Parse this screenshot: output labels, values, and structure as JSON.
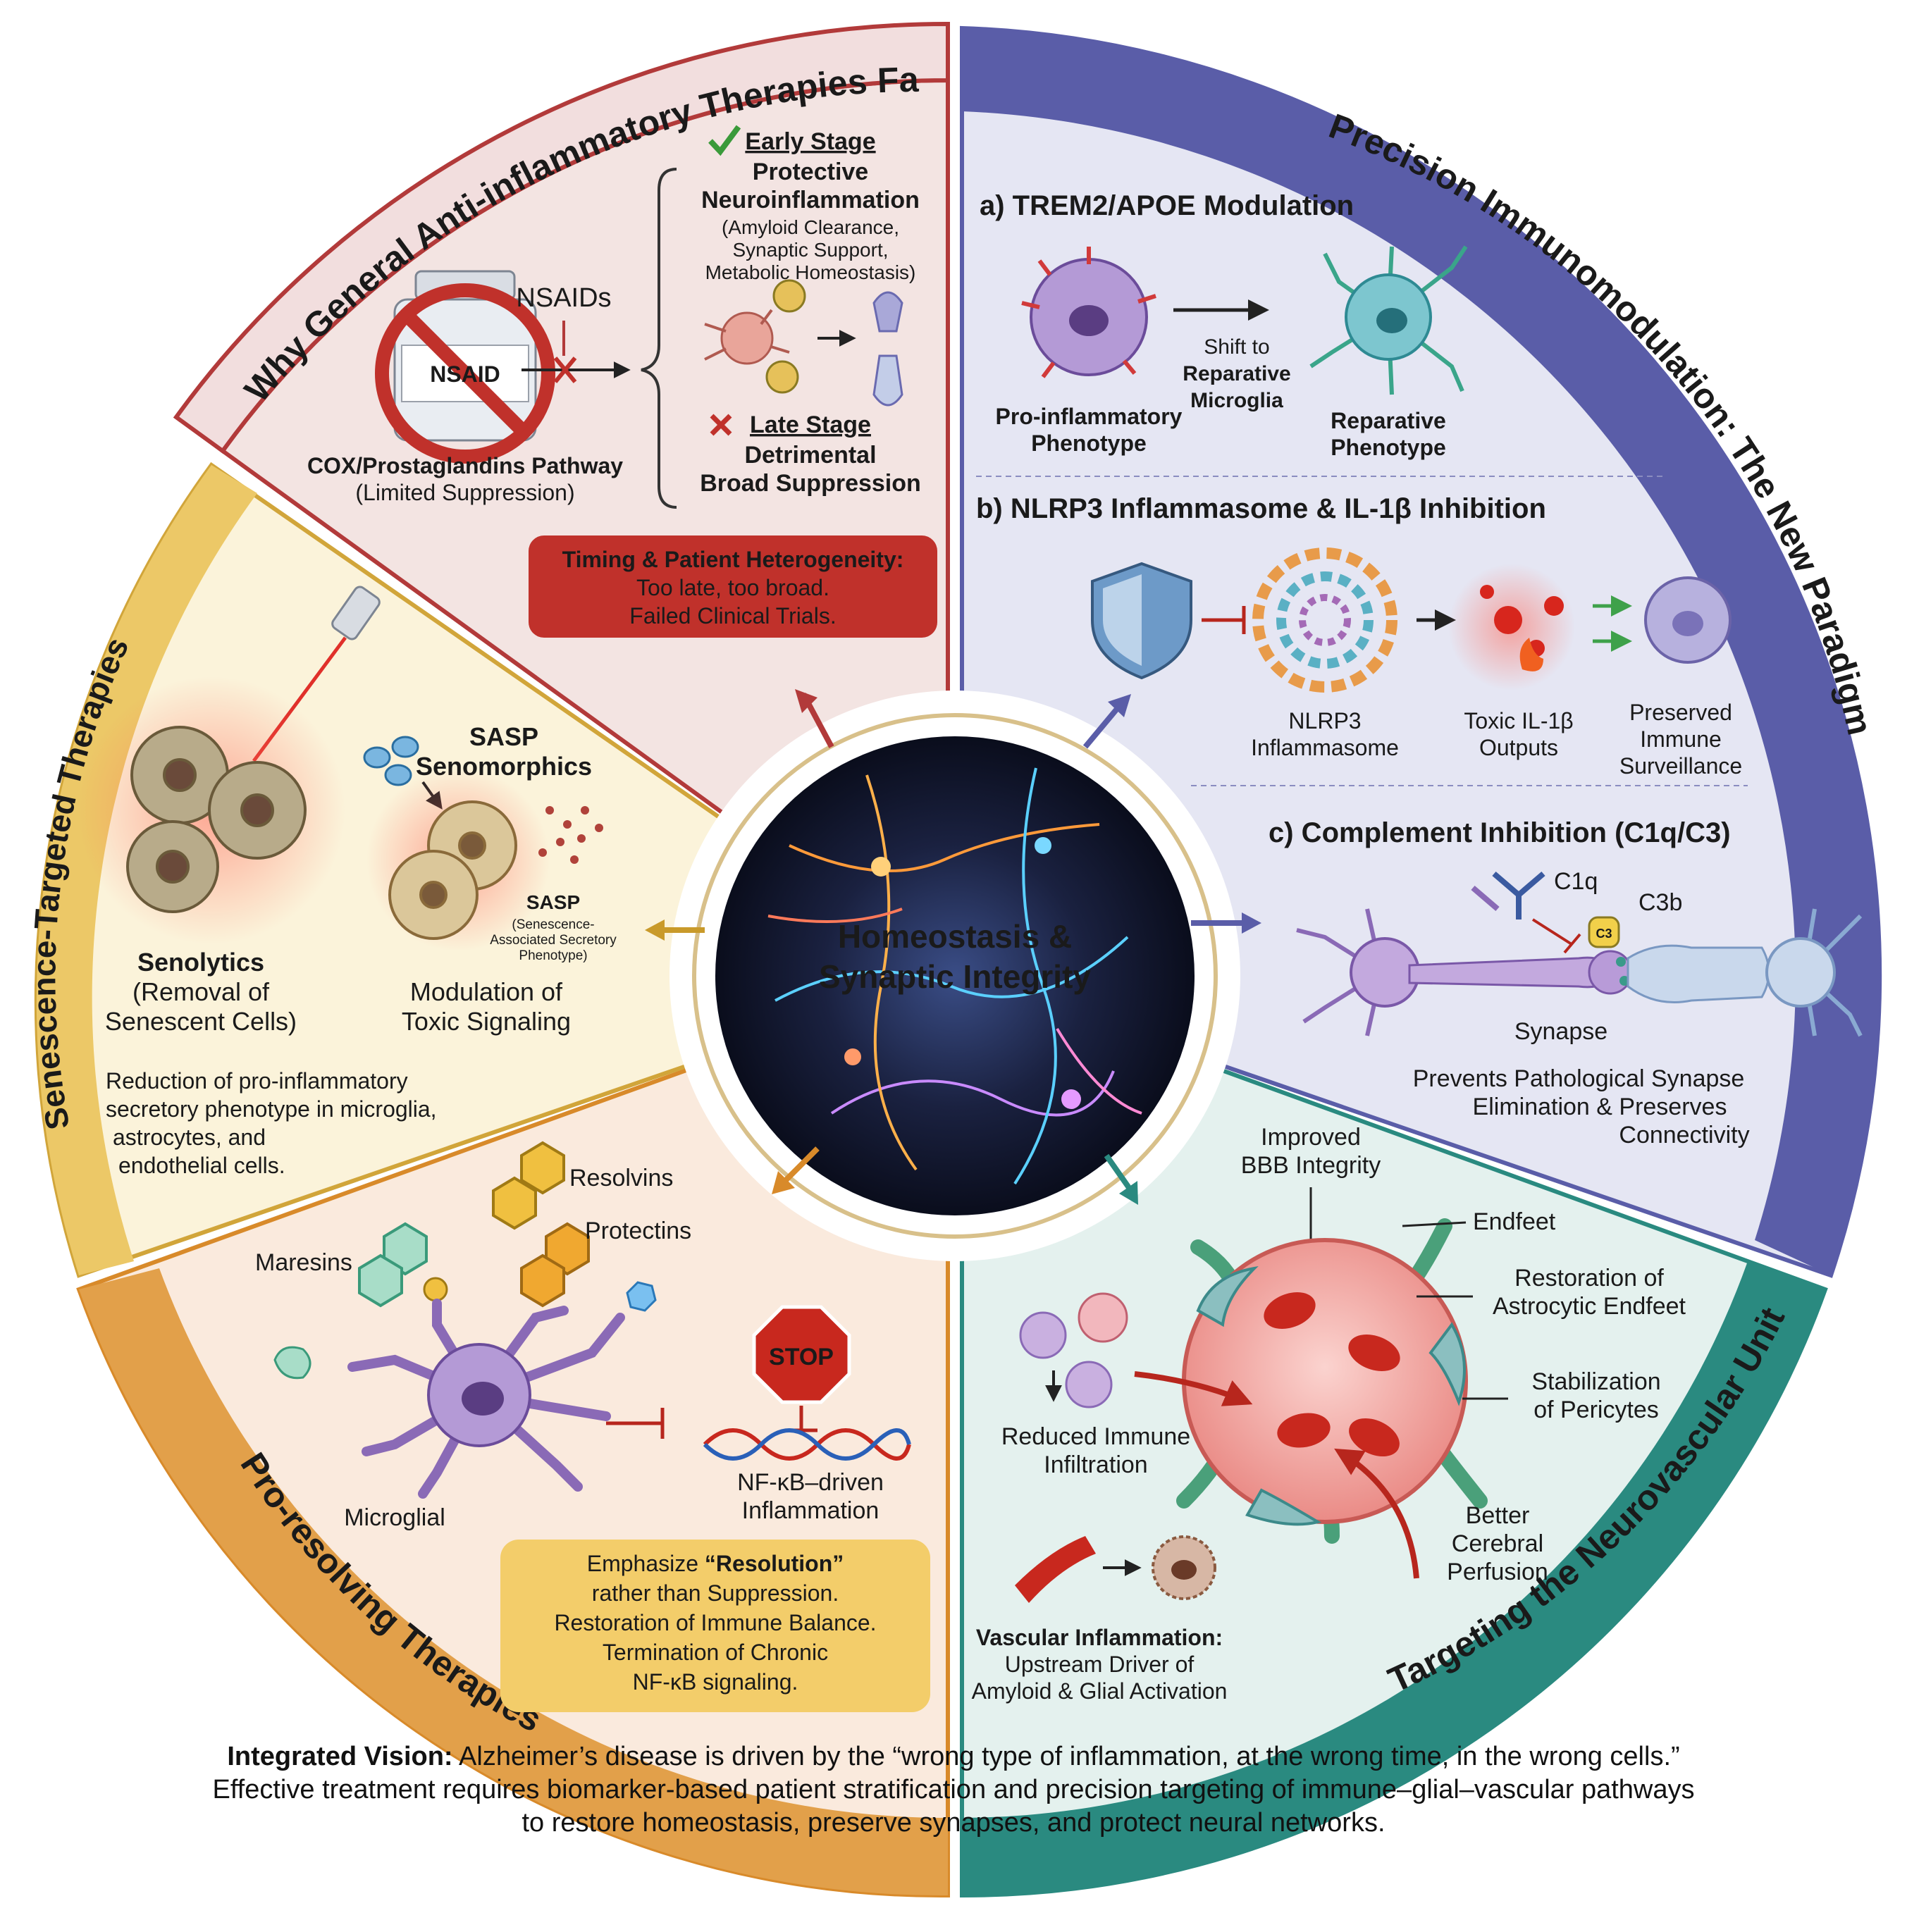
{
  "center": {
    "line1": "Homeostasis &",
    "line2": "Synaptic Integrity"
  },
  "sections": {
    "failed": {
      "title": "Why General Anti-inflammatory Therapies Failed",
      "nsaid_bottle_label": "NSAID",
      "nsaids_label": "NSAIDs",
      "cox_title": "COX/Prostaglandins Pathway",
      "cox_sub": "(Limited Suppression)",
      "early_stage": "Early Stage",
      "early_lines": [
        "Protective",
        "Neuroinflammation"
      ],
      "early_sub": [
        "(Amyloid Clearance,",
        "Synaptic Support,",
        "Metabolic Homeostasis)"
      ],
      "late_stage": "Late Stage",
      "late_lines": [
        "Detrimental",
        "Broad Suppression"
      ],
      "timing_lines": [
        "Timing & Patient Heterogeneity:",
        "Too late, too broad.",
        "Failed Clinical Trials."
      ]
    },
    "precision": {
      "title": "Precision Immunomodulation: The New Paradigm",
      "a_title": "a) TREM2/APOE Modulation",
      "pro_inflammatory": [
        "Pro-inflammatory",
        "Phenotype"
      ],
      "shift": [
        "Shift to",
        "Reparative",
        "Microglia"
      ],
      "reparative": [
        "Reparative",
        "Phenotype"
      ],
      "b_title": "b) NLRP3 Inflammasome & IL-1β Inhibition",
      "nlrp3": [
        "NLRP3",
        "Inflammasome"
      ],
      "toxic": [
        "Toxic IL-1β",
        "Outputs"
      ],
      "preserved": [
        "Preserved",
        "Immune",
        "Surveillance"
      ],
      "c_title": "c) Complement Inhibition (C1q/C3)",
      "c1q": "C1q",
      "c3b": "C3b",
      "c3_chip": "C3",
      "synapse": "Synapse",
      "prevents": [
        "Prevents Pathological Synapse",
        "Elimination & Preserves",
        "Connectivity"
      ]
    },
    "neurovascular": {
      "title": "Targeting the Neurovascular Unit",
      "bbb": [
        "Improved",
        "BBB Integrity"
      ],
      "endfeet": "Endfeet",
      "restoration": [
        "Restoration of",
        "Astrocytic Endfeet"
      ],
      "pericytes": [
        "Stabilization",
        "of Pericytes"
      ],
      "reduced": [
        "Reduced Immune",
        "Infiltration"
      ],
      "perfusion": [
        "Better",
        "Cerebral",
        "Perfusion"
      ],
      "vascular_title": "Vascular Inflammation:",
      "vascular_lines": [
        "Upstream Driver of",
        "Amyloid & Glial Activation"
      ]
    },
    "proresolving": {
      "title": "Pro-resolving Therapies",
      "resolvins": "Resolvins",
      "protectins": "Protectins",
      "maresins": "Maresins",
      "microglial": "Microglial",
      "stop": "STOP",
      "nfkb": [
        "NF-κB–driven",
        "Inflammation"
      ],
      "emphasize_pre": "Emphasize ",
      "emphasize_bold": "“Resolution”",
      "emphasize_lines": [
        "rather than Suppression.",
        "Restoration of Immune Balance.",
        "Termination of Chronic",
        "NF-κB signaling."
      ]
    },
    "senescence": {
      "title": "Senescence-Targeted Therapies",
      "sasp_title": [
        "SASP",
        "Senomorphics"
      ],
      "sasp": "SASP",
      "sasp_sub": [
        "(Senescence-",
        "Associated Secretory",
        "Phenotype)"
      ],
      "senolytics": [
        "Senolytics",
        "(Removal of",
        "Senescent Cells)"
      ],
      "modulation": [
        "Modulation of",
        "Toxic Signaling"
      ],
      "reduction": [
        "Reduction of pro-inflammatory",
        "secretory phenotype in microglia,",
        "astrocytes, and",
        "endothelial cells."
      ]
    }
  },
  "footer": {
    "lead": "Integrated Vision:",
    "line1": " Alzheimer’s disease is driven by the “wrong type of inflammation, at the wrong time, in the wrong cells.”",
    "line2": "Effective treatment requires biomarker-based patient stratification and precision targeting of immune–glial–vascular pathways",
    "line3": "to restore homeostasis, preserve synapses, and protect neural networks."
  },
  "colors": {
    "failed": "#b23a3a",
    "precision": "#5a5da8",
    "neurovascular": "#2a8a80",
    "proresolving": "#d88a2a",
    "senescence": "#d1a53a"
  }
}
